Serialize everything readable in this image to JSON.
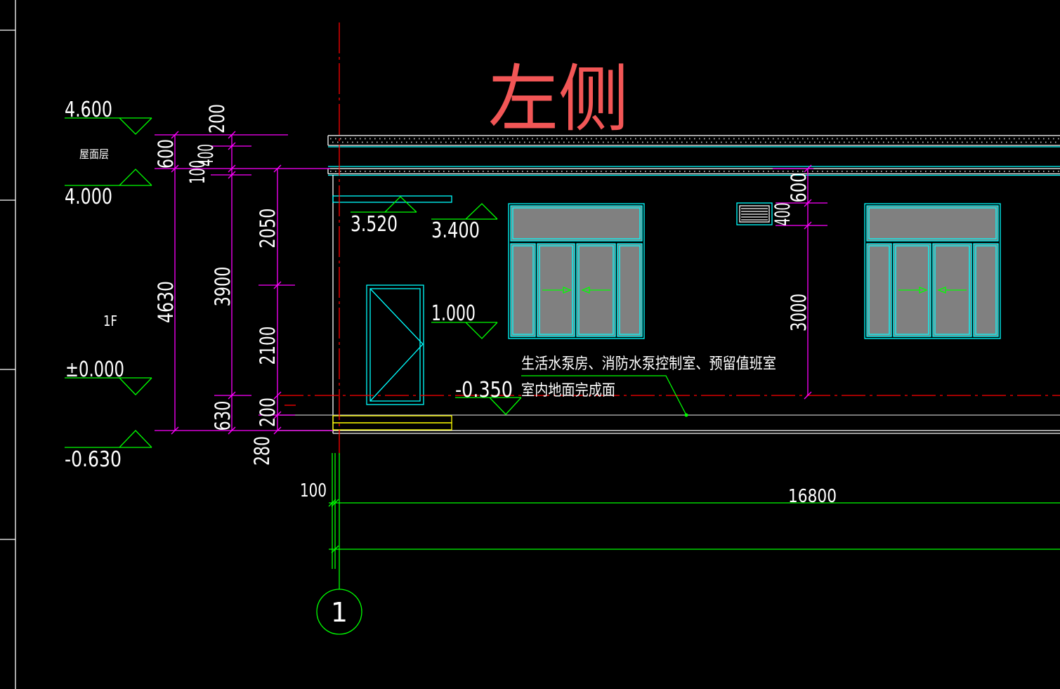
{
  "view": {
    "title": "左侧"
  },
  "levels": {
    "roof_top": "4.600",
    "roof": "4.000",
    "floor_1": "±0.000",
    "outdoor": "-0.630",
    "canopy": "3.520",
    "window_head": "3.400",
    "window_sill": "1.000",
    "indoor_finish": "-0.350"
  },
  "floors": {
    "roof": "屋面层",
    "first": "1F"
  },
  "dims_left": {
    "parapet": "600",
    "overall": "4630",
    "parapet_cap": "200",
    "parapet_body": "400",
    "roof_slab": "100",
    "storey": "3900",
    "plinth": "630",
    "above_door": "2050",
    "door_height": "2100",
    "step_upper": "200",
    "step_lower": "280"
  },
  "dims_right": {
    "top": "600",
    "vent": "400",
    "lower": "3000"
  },
  "dims_bottom": {
    "offset": "100",
    "length": "16800"
  },
  "annotation": {
    "rooms": "生活水泵房、消防水泵控制室、预留值班室",
    "finish": "室内地面完成面"
  },
  "axis": {
    "label": "1"
  },
  "colors": {
    "background": "#000000",
    "dimension": "#ff00ff",
    "level": "#00ff00",
    "glazing": "#00ffff",
    "title": "#f25656",
    "axis": "#ff0000",
    "step": "#ffff00",
    "glass_fill": "#808080"
  }
}
